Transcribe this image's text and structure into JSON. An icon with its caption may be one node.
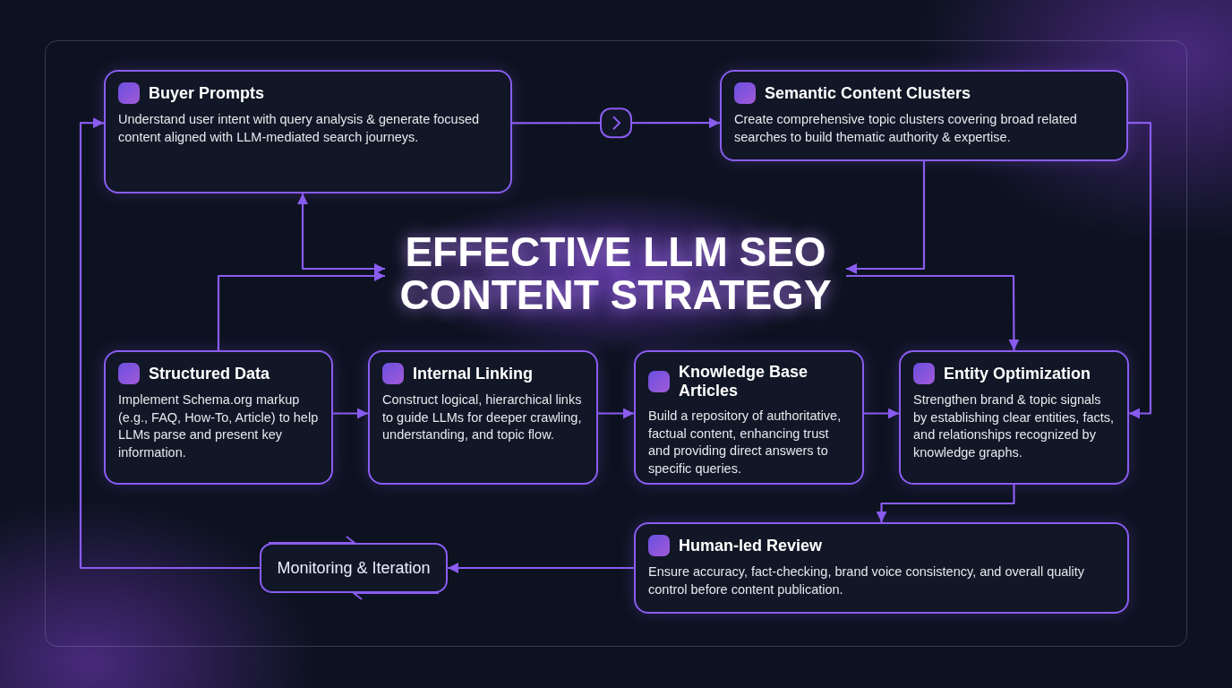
{
  "diagram": {
    "nodes": [
      {
        "text": [
          "Buyer Prompts",
          "Understand user intent with query analysis & generate focused content aligned with LLM-mediated search journeys."
        ]
      },
      {
        "text": [
          "Semantic Content Clusters",
          "Create comprehensive topic clusters covering broad related searches to build thematic authority & expertise."
        ]
      },
      {
        "text": [
          "EFFECTIVE LLM SEO CONTENT STRATEGY"
        ]
      },
      {
        "text": [
          "Structured Data",
          "Implement Schema.org markup (e.g., FAQ, How-To, Article) to help LLMs parse and present key information."
        ]
      },
      {
        "text": [
          "Internal Linking",
          "Construct logical, hierarchical links to guide LLMs for deeper crawling, understanding, and topic flow."
        ]
      },
      {
        "text": [
          "Knowledge Base Articles",
          "Build a repository of authoritative, factual content, enhancing trust and providing direct answers to specific queries."
        ]
      },
      {
        "text": [
          "Entity Optimization",
          "Strengthen brand & topic signals by establishing clear entities, facts, and relationships recognized by knowledge graphs."
        ]
      },
      {
        "text": [
          "Human-led Review",
          "Ensure accuracy, fact-checking, brand voice consistency, and overall quality control before content publication."
        ]
      },
      {
        "text": [
          "Monitoring & Iteration"
        ]
      }
    ],
    "edges": [
      {
        "from": 0,
        "to": 1,
        "arrow": "to"
      },
      {
        "from": 0,
        "to": 2,
        "arrow": "both"
      },
      {
        "from": 3,
        "to": 2,
        "arrow": "to"
      },
      {
        "from": 1,
        "to": 2,
        "arrow": "to"
      },
      {
        "from": 2,
        "to": 6,
        "arrow": "to"
      },
      {
        "from": 1,
        "to": 6,
        "arrow": "to"
      },
      {
        "from": 3,
        "to": 4,
        "arrow": "to"
      },
      {
        "from": 4,
        "to": 5,
        "arrow": "to"
      },
      {
        "from": 5,
        "to": 6,
        "arrow": "to"
      },
      {
        "from": 6,
        "to": 7,
        "arrow": "to"
      },
      {
        "from": 7,
        "to": 8,
        "arrow": "to"
      },
      {
        "from": 8,
        "to": 0,
        "arrow": "to"
      }
    ]
  }
}
